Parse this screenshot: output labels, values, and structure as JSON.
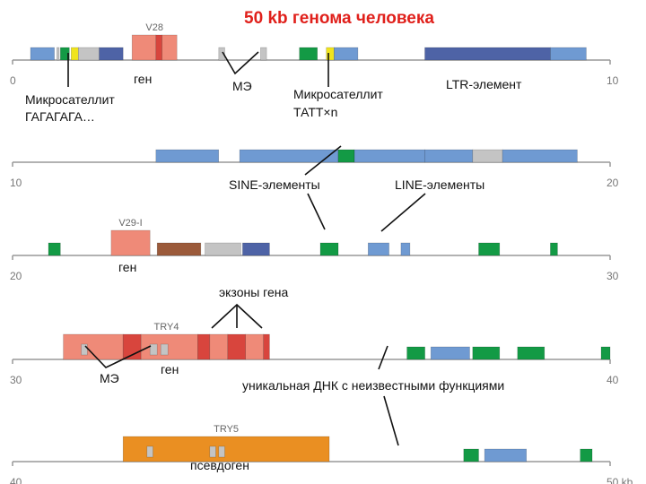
{
  "title": "50 kb генома человека",
  "colors": {
    "blue": "#6f9ad2",
    "dark_blue": "#4e63a6",
    "green": "#139a45",
    "gray": "#c4c4c4",
    "yellow": "#f0e41e",
    "red": "#d8453d",
    "light_red": "#ef8a78",
    "brown": "#9b5a3a",
    "orange": "#ea8f22",
    "axis": "#999999",
    "title": "#e0201b"
  },
  "tracks": [
    {
      "start_label": "0",
      "end_label": "10",
      "gene_name": "V28",
      "features": [
        {
          "type": "blue",
          "start": 0.3,
          "end": 0.7
        },
        {
          "type": "gray",
          "start": 0.74,
          "end": 0.78
        },
        {
          "type": "green",
          "start": 0.8,
          "end": 0.95
        },
        {
          "type": "yellow",
          "start": 0.98,
          "end": 1.1
        },
        {
          "type": "gray",
          "start": 1.1,
          "end": 1.45
        },
        {
          "type": "dark_blue",
          "start": 1.45,
          "end": 1.85
        },
        {
          "type": "light_red",
          "start": 2.0,
          "end": 2.4
        },
        {
          "type": "red",
          "start": 2.4,
          "end": 2.5
        },
        {
          "type": "light_red",
          "start": 2.5,
          "end": 2.75
        },
        {
          "type": "gray",
          "start": 3.45,
          "end": 3.55
        },
        {
          "type": "gray",
          "start": 4.15,
          "end": 4.25
        },
        {
          "type": "green",
          "start": 4.8,
          "end": 5.1
        },
        {
          "type": "yellow",
          "start": 5.25,
          "end": 5.38
        },
        {
          "type": "blue",
          "start": 5.38,
          "end": 5.78
        },
        {
          "type": "dark_blue",
          "start": 6.9,
          "end": 9.0
        },
        {
          "type": "blue",
          "start": 9.0,
          "end": 9.6
        }
      ]
    },
    {
      "start_label": "10",
      "end_label": "20",
      "gene_name": "",
      "features": [
        {
          "type": "blue",
          "start": 2.4,
          "end": 3.45
        },
        {
          "type": "blue",
          "start": 3.8,
          "end": 5.45
        },
        {
          "type": "green",
          "start": 5.45,
          "end": 5.72
        },
        {
          "type": "blue",
          "start": 5.72,
          "end": 6.9
        },
        {
          "type": "blue",
          "start": 6.9,
          "end": 7.7
        },
        {
          "type": "gray",
          "start": 7.7,
          "end": 8.2
        },
        {
          "type": "blue",
          "start": 8.2,
          "end": 9.45
        }
      ]
    },
    {
      "start_label": "20",
      "end_label": "30",
      "gene_name": "V29-I",
      "features": [
        {
          "type": "green",
          "start": 0.6,
          "end": 0.8
        },
        {
          "type": "light_red",
          "start": 1.65,
          "end": 2.3
        },
        {
          "type": "brown",
          "start": 2.42,
          "end": 3.15
        },
        {
          "type": "gray",
          "start": 3.22,
          "end": 3.82
        },
        {
          "type": "dark_blue",
          "start": 3.85,
          "end": 4.3
        },
        {
          "type": "green",
          "start": 5.15,
          "end": 5.45
        },
        {
          "type": "blue",
          "start": 5.95,
          "end": 6.3
        },
        {
          "type": "blue",
          "start": 6.5,
          "end": 6.65
        },
        {
          "type": "green",
          "start": 7.8,
          "end": 8.15
        },
        {
          "type": "green",
          "start": 9.0,
          "end": 9.12
        }
      ]
    },
    {
      "start_label": "30",
      "end_label": "40",
      "gene_name": "TRY4",
      "features": [
        {
          "type": "light_red",
          "start": 0.85,
          "end": 1.85
        },
        {
          "type": "red",
          "start": 1.85,
          "end": 2.15
        },
        {
          "type": "light_red",
          "start": 2.15,
          "end": 3.1
        },
        {
          "type": "red",
          "start": 3.1,
          "end": 3.3
        },
        {
          "type": "light_red",
          "start": 3.3,
          "end": 3.6
        },
        {
          "type": "red",
          "start": 3.6,
          "end": 3.9
        },
        {
          "type": "light_red",
          "start": 3.9,
          "end": 4.2
        },
        {
          "type": "red",
          "start": 4.2,
          "end": 4.3
        },
        {
          "type": "gray",
          "start": 1.15,
          "end": 1.25
        },
        {
          "type": "gray",
          "start": 2.3,
          "end": 2.42
        },
        {
          "type": "gray",
          "start": 2.48,
          "end": 2.6
        },
        {
          "type": "green",
          "start": 6.6,
          "end": 6.9
        },
        {
          "type": "blue",
          "start": 7.0,
          "end": 7.65
        },
        {
          "type": "green",
          "start": 7.7,
          "end": 8.15
        },
        {
          "type": "green",
          "start": 8.45,
          "end": 8.9
        },
        {
          "type": "green",
          "start": 9.85,
          "end": 10.0
        }
      ]
    },
    {
      "start_label": "40",
      "end_label": "50 kb",
      "gene_name": "TRY5",
      "features": [
        {
          "type": "orange",
          "start": 1.85,
          "end": 5.3
        },
        {
          "type": "gray",
          "start": 2.25,
          "end": 2.35
        },
        {
          "type": "gray",
          "start": 3.3,
          "end": 3.4
        },
        {
          "type": "gray",
          "start": 3.45,
          "end": 3.55
        },
        {
          "type": "green",
          "start": 7.55,
          "end": 7.8
        },
        {
          "type": "blue",
          "start": 7.9,
          "end": 8.6
        },
        {
          "type": "green",
          "start": 9.5,
          "end": 9.7
        }
      ]
    }
  ],
  "labels": {
    "gene_1": "ген",
    "me_1": "МЭ",
    "microsat_1": [
      "Микросателлит",
      "ГАГАГАГА…"
    ],
    "microsat_2": [
      "Микросателлит",
      "ТАТТ×n"
    ],
    "ltr": "LTR-элемент",
    "sine": "SINE-элементы",
    "line": "LINE-элементы",
    "gene_3": "ген",
    "exons": "экзоны гена",
    "me_4": "МЭ",
    "gene_4": "ген",
    "unique": "уникальная ДНК с неизвестными функциями",
    "pseudogene": "псевдоген"
  }
}
